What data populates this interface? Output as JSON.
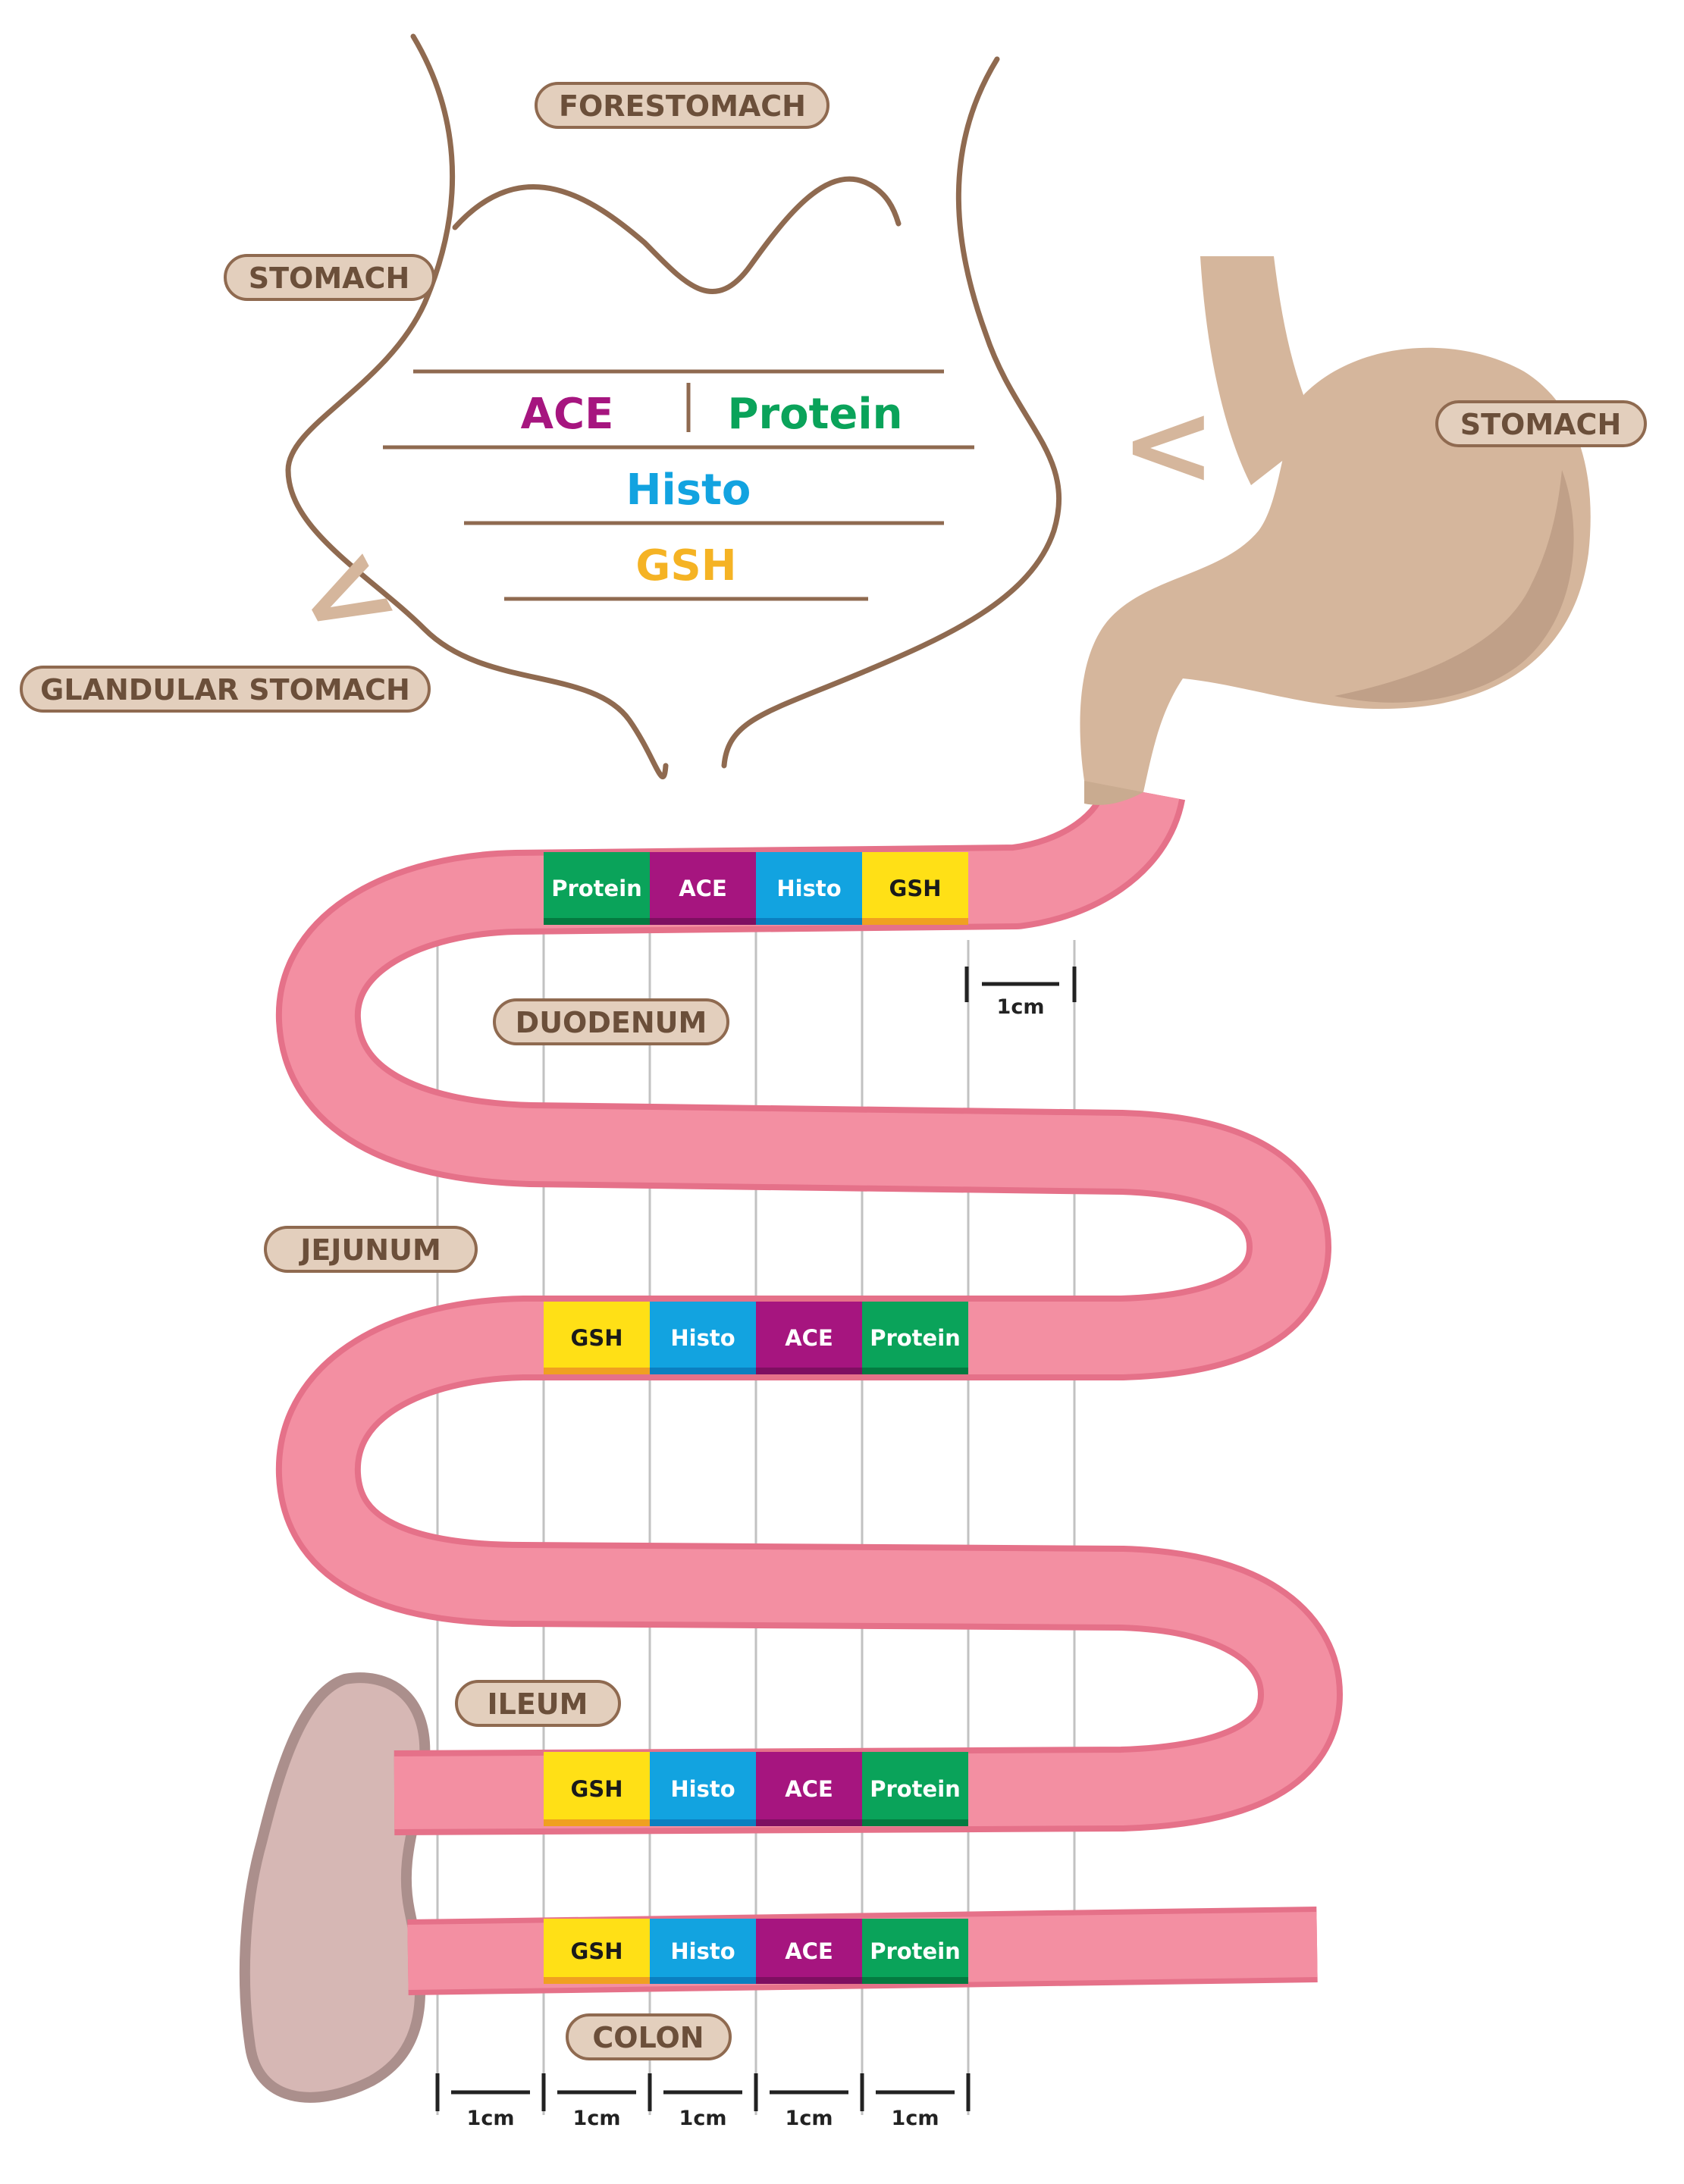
{
  "labels": {
    "forestomach": "FORESTOMACH",
    "stomach_left": "STOMACH",
    "stomach_right": "STOMACH",
    "glandular_stomach": "GLANDULAR STOMACH",
    "duodenum": "DUODENUM",
    "jejunum": "JEJUNUM",
    "ileum": "ILEUM",
    "colon": "COLON"
  },
  "stomach_sections": {
    "ace": "ACE",
    "protein": "Protein",
    "histo": "Histo",
    "gsh": "GSH"
  },
  "arrows": {
    "right": "<",
    "lower_left": "<"
  },
  "segments": {
    "duodenum": [
      {
        "key": "protein",
        "label": "Protein"
      },
      {
        "key": "ace",
        "label": "ACE"
      },
      {
        "key": "histo",
        "label": "Histo"
      },
      {
        "key": "gsh",
        "label": "GSH"
      }
    ],
    "jejunum": [
      {
        "key": "gsh",
        "label": "GSH"
      },
      {
        "key": "histo",
        "label": "Histo"
      },
      {
        "key": "ace",
        "label": "ACE"
      },
      {
        "key": "protein",
        "label": "Protein"
      }
    ],
    "ileum": [
      {
        "key": "gsh",
        "label": "GSH"
      },
      {
        "key": "histo",
        "label": "Histo"
      },
      {
        "key": "ace",
        "label": "ACE"
      },
      {
        "key": "protein",
        "label": "Protein"
      }
    ],
    "colon": [
      {
        "key": "gsh",
        "label": "GSH"
      },
      {
        "key": "histo",
        "label": "Histo"
      },
      {
        "key": "ace",
        "label": "ACE"
      },
      {
        "key": "protein",
        "label": "Protein"
      }
    ]
  },
  "scale": {
    "top": "1cm",
    "bottom": [
      "1cm",
      "1cm",
      "1cm",
      "1cm",
      "1cm"
    ]
  },
  "colors": {
    "protein": "#0aa35a",
    "ace": "#a6157f",
    "histo": "#12a3e0",
    "gsh": "#ffe016",
    "intestine": "#f38fa2",
    "intestine_edge": "#e57189",
    "stomach_fill": "#d5b69c",
    "outline": "#8f6a50",
    "pill_fill": "#e3cfbd",
    "pill_text": "#6b4f3a",
    "cecum": "#d6b7b4"
  }
}
